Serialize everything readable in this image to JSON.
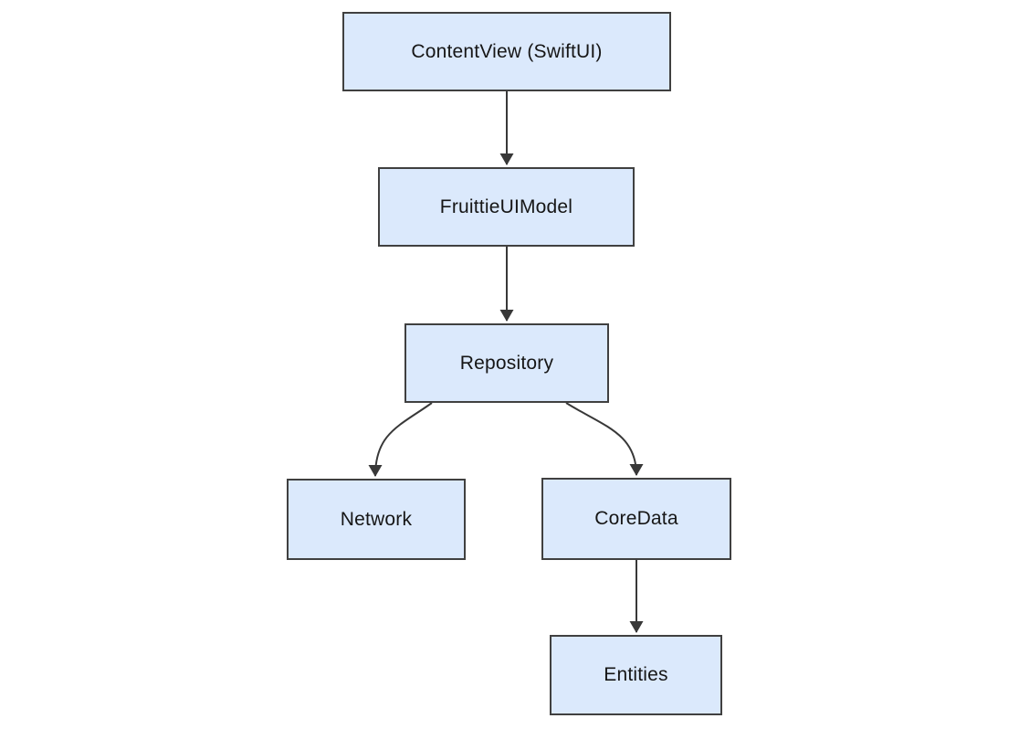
{
  "diagram": {
    "type": "flowchart",
    "direction": "top-down",
    "nodes": [
      {
        "id": "contentview",
        "label": "ContentView (SwiftUI)"
      },
      {
        "id": "fruittieuimodel",
        "label": "FruittieUIModel"
      },
      {
        "id": "repository",
        "label": "Repository"
      },
      {
        "id": "network",
        "label": "Network"
      },
      {
        "id": "coredata",
        "label": "CoreData"
      },
      {
        "id": "entities",
        "label": "Entities"
      }
    ],
    "edges": [
      {
        "from": "contentview",
        "to": "fruittieuimodel"
      },
      {
        "from": "fruittieuimodel",
        "to": "repository"
      },
      {
        "from": "repository",
        "to": "network"
      },
      {
        "from": "repository",
        "to": "coredata"
      },
      {
        "from": "coredata",
        "to": "entities"
      }
    ],
    "colors": {
      "node_fill": "#dbe9fc",
      "node_border": "#404040",
      "edge_stroke": "#383838",
      "arrowhead_fill": "#383838",
      "text": "#161616",
      "background": "#ffffff"
    }
  }
}
